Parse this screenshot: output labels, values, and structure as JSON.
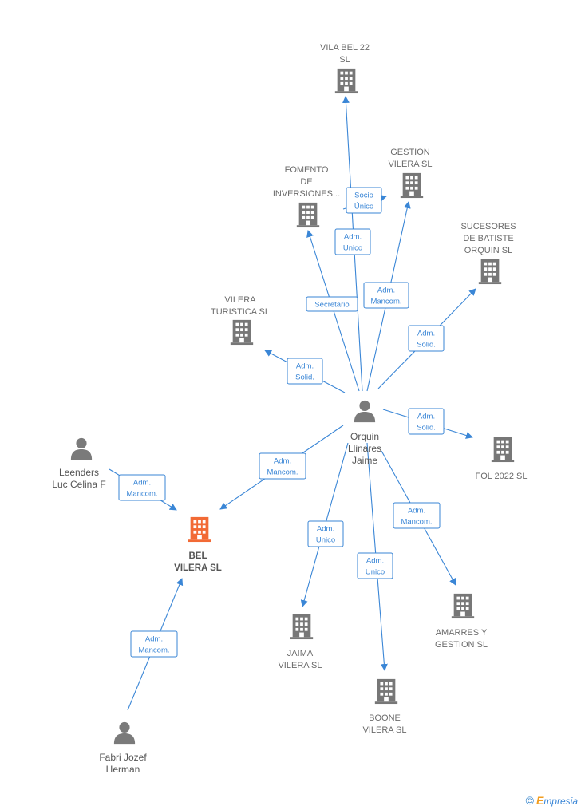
{
  "nodes": [
    {
      "id": "orquin",
      "type": "person",
      "lines": [
        "Orquin",
        "Llinares",
        "Jaime"
      ]
    },
    {
      "id": "bel_vilera",
      "type": "company-main",
      "lines": [
        "BEL",
        "VILERA  SL"
      ]
    },
    {
      "id": "vila_bel",
      "type": "company",
      "lines": [
        "VILA BEL 22",
        "SL"
      ]
    },
    {
      "id": "gestion_vilera",
      "type": "company",
      "lines": [
        "GESTION",
        "VILERA  SL"
      ]
    },
    {
      "id": "fomento",
      "type": "company",
      "lines": [
        "FOMENTO",
        "DE",
        "INVERSIONES..."
      ]
    },
    {
      "id": "sucesores",
      "type": "company",
      "lines": [
        "SUCESORES",
        "DE BATISTE",
        "ORQUIN  SL"
      ]
    },
    {
      "id": "vilera_turistica",
      "type": "company",
      "lines": [
        "VILERA",
        "TURISTICA  SL"
      ]
    },
    {
      "id": "fol2022",
      "type": "company",
      "lines": [
        "FOL 2022  SL"
      ]
    },
    {
      "id": "amarres",
      "type": "company",
      "lines": [
        "AMARRES Y",
        "GESTION SL"
      ]
    },
    {
      "id": "jaima",
      "type": "company",
      "lines": [
        "JAIMA",
        "VILERA  SL"
      ]
    },
    {
      "id": "boone",
      "type": "company",
      "lines": [
        "BOONE",
        "VILERA  SL"
      ]
    },
    {
      "id": "leenders",
      "type": "person",
      "lines": [
        "Leenders",
        "Luc Celina F"
      ]
    },
    {
      "id": "fabri",
      "type": "person",
      "lines": [
        "Fabri Jozef",
        "Herman"
      ]
    }
  ],
  "edges": [
    {
      "from": "orquin",
      "to": "vila_bel",
      "label": [
        "Adm.",
        "Unico"
      ]
    },
    {
      "from": "orquin",
      "to": "gestion_vilera",
      "label": [
        "Socio",
        "Único"
      ]
    },
    {
      "from": "orquin",
      "to": "gestion_vilera",
      "label": [
        "Adm.",
        "Mancom."
      ]
    },
    {
      "from": "orquin",
      "to": "fomento",
      "label": [
        "Secretario"
      ]
    },
    {
      "from": "orquin",
      "to": "sucesores",
      "label": [
        "Adm.",
        "Solid."
      ]
    },
    {
      "from": "orquin",
      "to": "vilera_turistica",
      "label": [
        "Adm.",
        "Solid."
      ]
    },
    {
      "from": "orquin",
      "to": "fol2022",
      "label": [
        "Adm.",
        "Solid."
      ]
    },
    {
      "from": "orquin",
      "to": "bel_vilera",
      "label": [
        "Adm.",
        "Mancom."
      ]
    },
    {
      "from": "orquin",
      "to": "jaima",
      "label": [
        "Adm.",
        "Unico"
      ]
    },
    {
      "from": "orquin",
      "to": "boone",
      "label": [
        "Adm.",
        "Unico"
      ]
    },
    {
      "from": "orquin",
      "to": "amarres",
      "label": [
        "Adm.",
        "Mancom."
      ]
    },
    {
      "from": "leenders",
      "to": "bel_vilera",
      "label": [
        "Adm.",
        "Mancom."
      ]
    },
    {
      "from": "fabri",
      "to": "bel_vilera",
      "label": [
        "Adm.",
        "Mancom."
      ]
    }
  ],
  "colors": {
    "edge": "#3a86d6",
    "company_icon": "#777777",
    "main_company_icon": "#f26a35",
    "person_icon": "#7a7a7a",
    "label_text": "#6b6b6b"
  },
  "watermark": {
    "copyright_symbol": "©",
    "brand_initial": "E",
    "brand_rest": "mpresia"
  }
}
